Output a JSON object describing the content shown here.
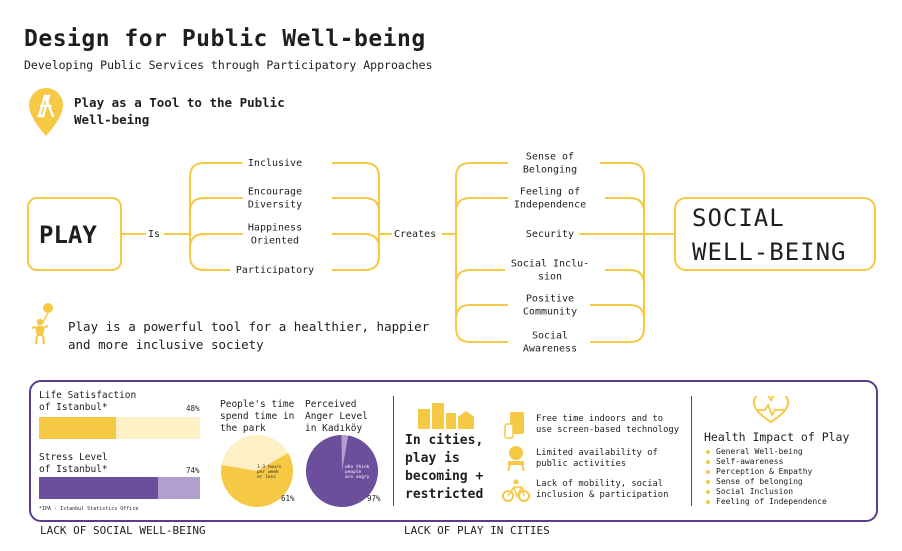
{
  "header": {
    "title": "Design for Public Well-being",
    "subtitle": "Developing Public Services through Participatory Approaches"
  },
  "intro": {
    "heading": "Play as a Tool to the Public Well-being"
  },
  "diagram": {
    "play_label": "PLAY",
    "is_label": "Is",
    "creates_label": "Creates",
    "social_label_1": "SOCIAL",
    "social_label_2": "WELL-BEING",
    "play_attributes": [
      "Inclusive",
      "Encourage|Diversity",
      "Happiness|Oriented",
      "Participatory"
    ],
    "outcomes": [
      "Sense of|Belonging",
      "Feeling of|Independence",
      "Security",
      "Social Inclu-|sion",
      "Positive|Community",
      "Social|Awareness"
    ]
  },
  "note": "Play is a powerful tool for a healthier, happier and more inclusive society",
  "stats": {
    "life_label_1": "Life Satisfaction",
    "life_label_2": "of Istanbul*",
    "life_value": 48,
    "life_pct": "48%",
    "stress_label_1": "Stress Level",
    "stress_label_2": "of Istanbul*",
    "stress_value": 74,
    "stress_pct": "74%",
    "footnote": "*IPA - Istanbul Statistics Office",
    "park_label_1": "People's time",
    "park_label_2": "spend time in",
    "park_label_3": "the park",
    "park_pie_text_1": "1-3 hours",
    "park_pie_text_2": "per week",
    "park_pie_text_3": "or less",
    "park_value": 61,
    "park_pct": "61%",
    "anger_label_1": "Perceived",
    "anger_label_2": "Anger Level",
    "anger_label_3": "in Kadıköy",
    "anger_pie_text_1": "who think",
    "anger_pie_text_2": "people",
    "anger_pie_text_3": "are angry",
    "anger_value": 97,
    "anger_pct": "97%",
    "section_label": "LACK OF SOCIAL WELL-BEING"
  },
  "cities": {
    "headline": [
      "In cities,",
      "play is",
      "becoming +",
      "restricted"
    ],
    "items": [
      {
        "icon": "phone-icon",
        "line1": "Free time indoors and to",
        "line2": "use screen-based technology"
      },
      {
        "icon": "playground-icon",
        "line1": "Limited availability of",
        "line2": "public activities"
      },
      {
        "icon": "bicycle-icon",
        "line1": "Lack of mobility, social",
        "line2": "inclusion & participation"
      }
    ],
    "section_label": "LACK OF PLAY IN CITIES"
  },
  "health": {
    "title": "Health Impact of Play",
    "items": [
      "General Well-being",
      "Self-awareness",
      "Perception & Empathy",
      "Sense of belonging",
      "Social Inclusion",
      "Feeling of Independence"
    ]
  },
  "colors": {
    "yellow": "#f6c945",
    "yellow_light": "#fdf0c4",
    "purple": "#6b4f9c",
    "purple_light": "#b39fcd",
    "purple_border": "#5a3d8a"
  }
}
